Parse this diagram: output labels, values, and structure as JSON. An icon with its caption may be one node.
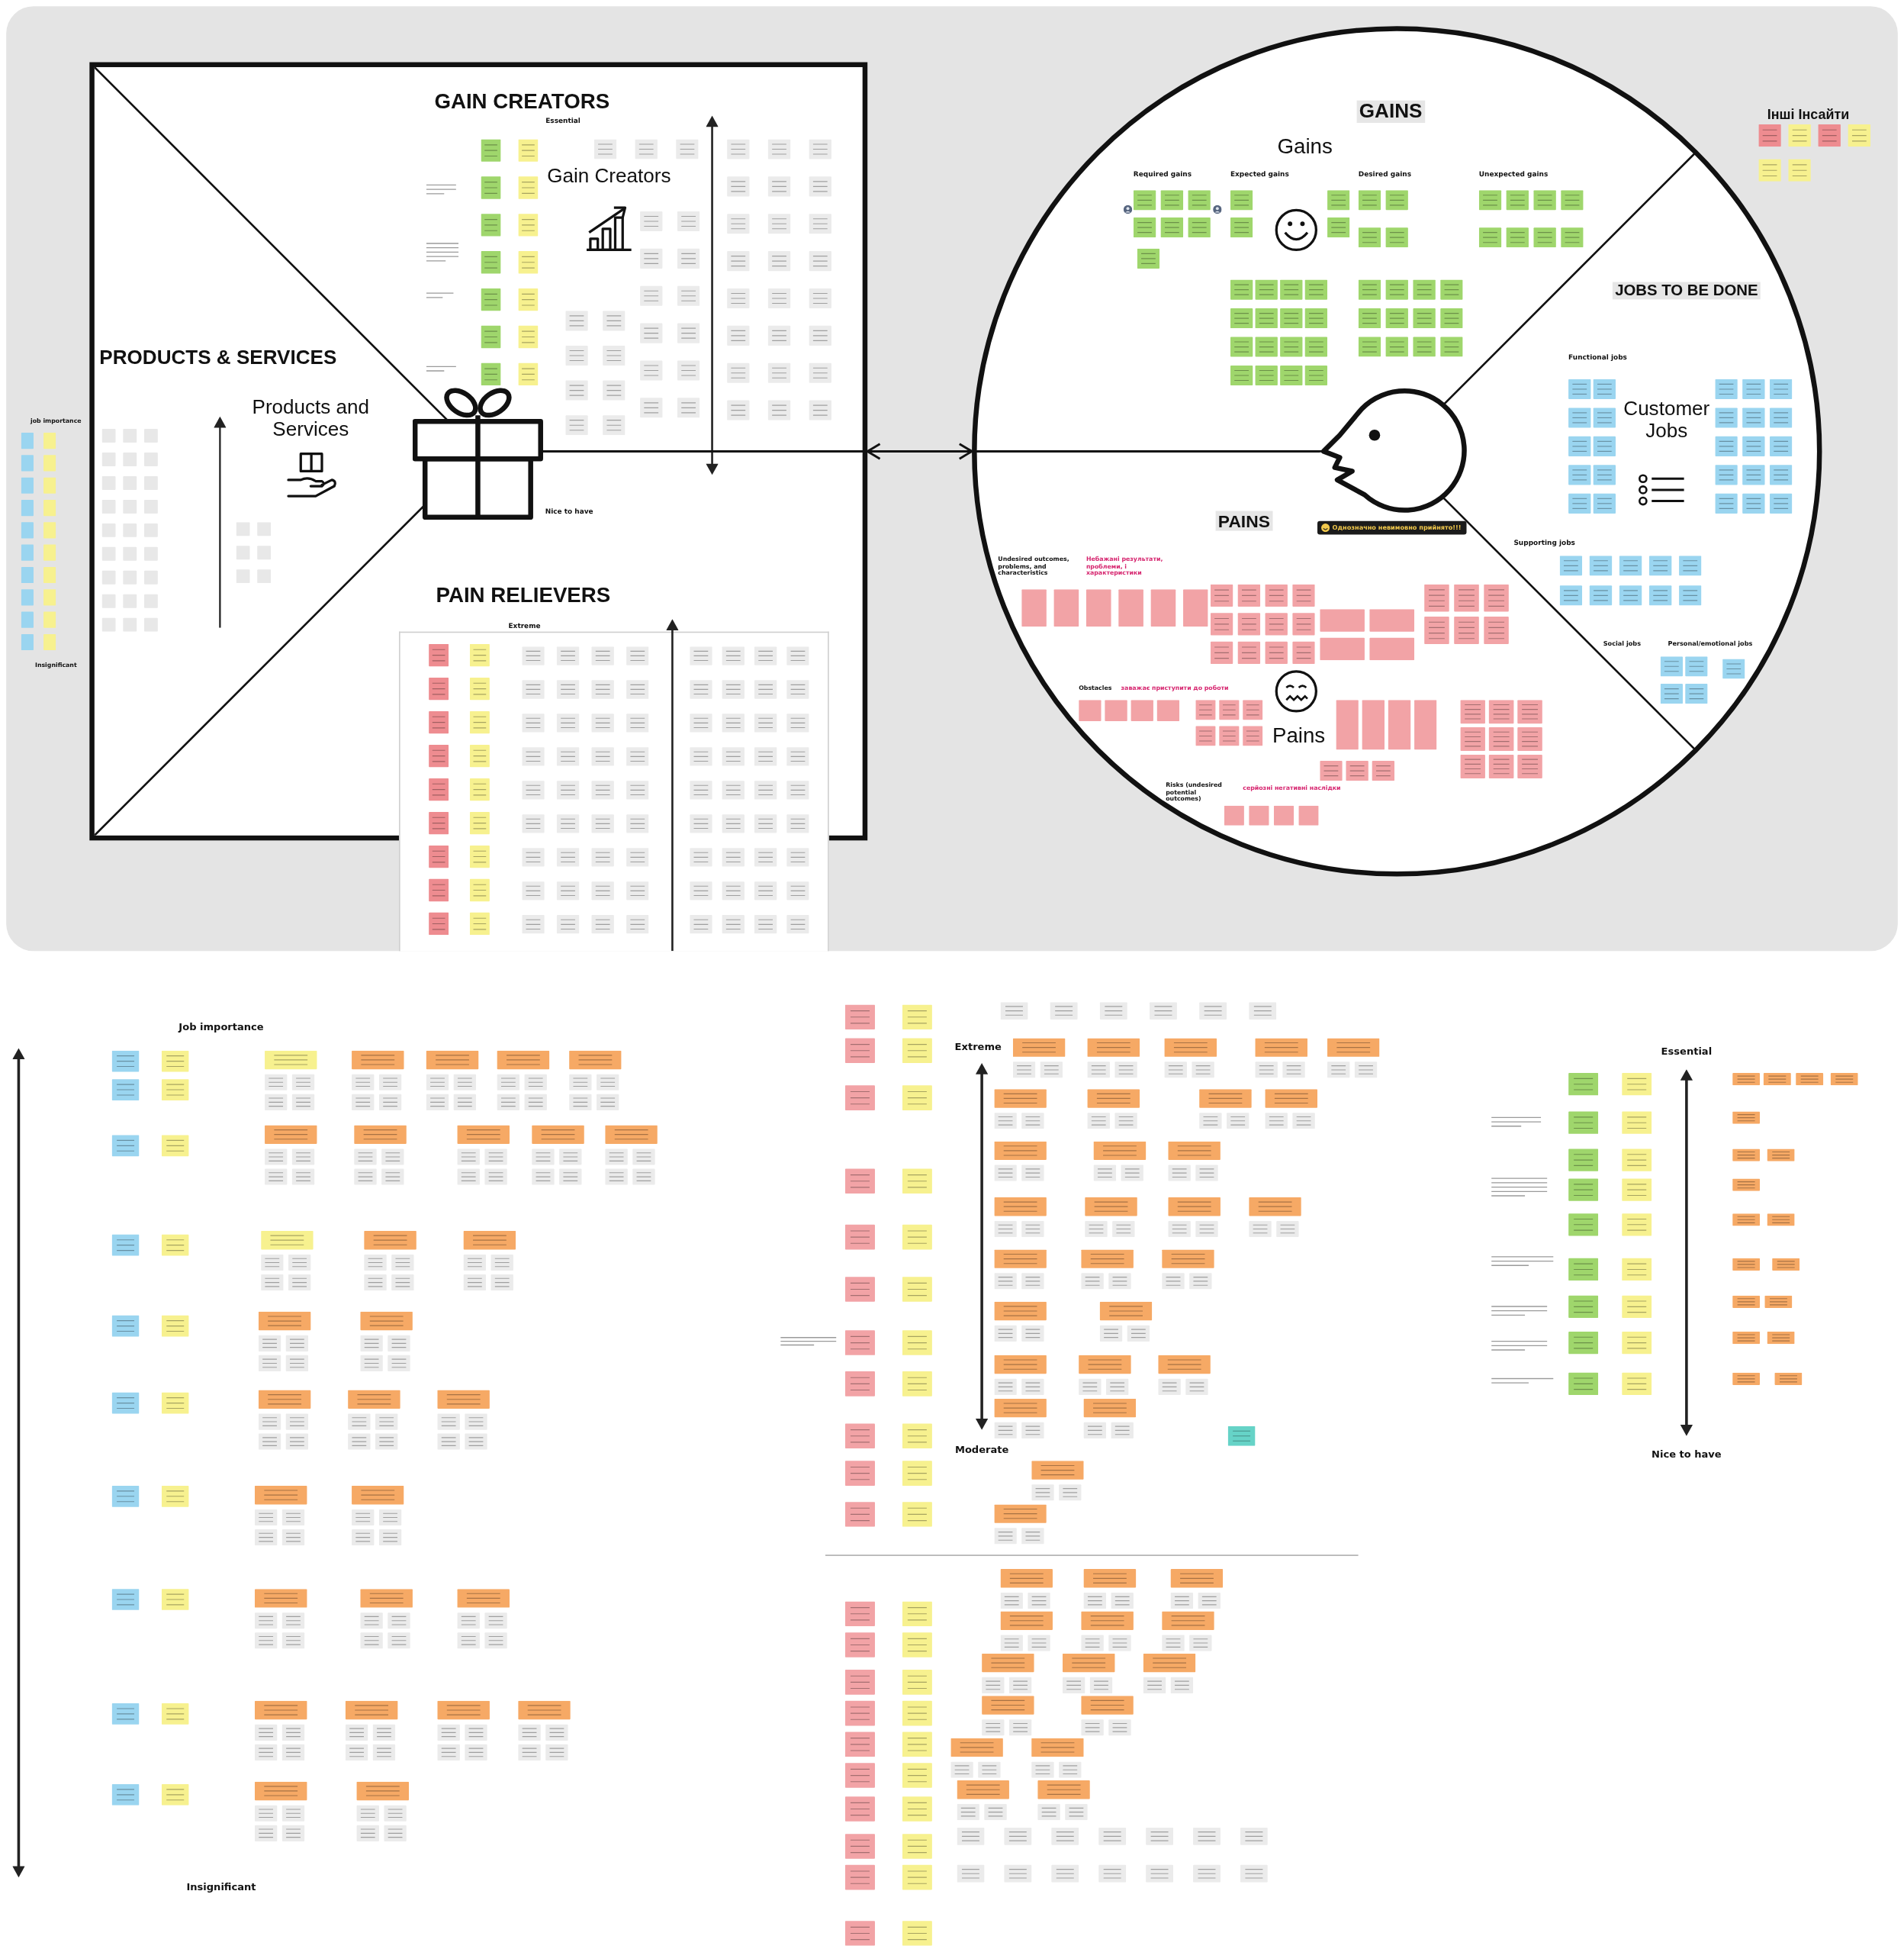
{
  "diagram": {
    "nodes": [
      {
        "text": [
          "GAIN CREATORS",
          "Gain Creators",
          "PRODUCTS & SERVICES",
          "Products and Services",
          "PAIN RELIEVERS"
        ]
      },
      {
        "text": [],
        "shape": "picture",
        "in": 0
      },
      {
        "text": [
          "GAINS",
          "Gains",
          "JOBS TO BE DONE",
          "Customer Jobs",
          "PAINS",
          "Pains"
        ]
      },
      {
        "text": [],
        "shape": "picture",
        "in": 2
      },
      {
        "text": [
          "Однозначно невимовно прийнято!!!"
        ],
        "in": 2
      }
    ],
    "edges": [
      {
        "from": 1,
        "to": 2,
        "arrow": "to"
      },
      {
        "from": 3,
        "to": 0,
        "arrow": "to"
      }
    ],
    "labels": [
      "Essential",
      "Nice to have",
      "job importance",
      "Insignificant",
      "Extreme",
      "Інші Інсайти",
      "Required gains",
      "Expected gains",
      "Desired gains",
      "Unexpected gains",
      "Functional jobs",
      "Supporting jobs",
      "Undesired outcomes, problems, and characteristics",
      "Небажані результати, проблеми, і характеристики",
      "Social jobs",
      "Personal/emotional jobs",
      "Obstacles",
      "заважає приступити до роботи",
      "Risks (undesired potential outcomes)",
      "серйозні негативні наслідки",
      "Job importance",
      "Extreme",
      "Essential",
      "Moderate",
      "Nice to have",
      "Insignificant"
    ]
  }
}
